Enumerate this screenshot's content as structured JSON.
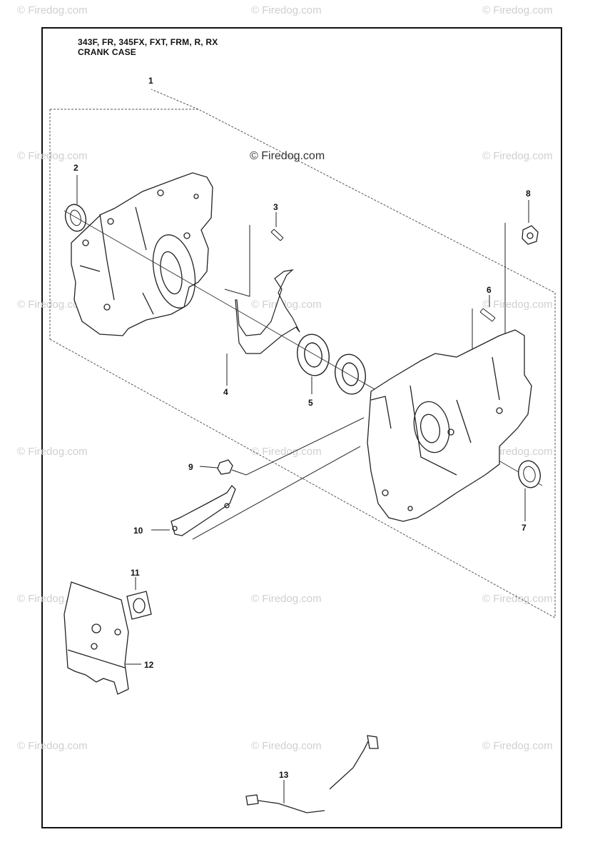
{
  "header": {
    "models": "343F, FR, 345FX, FXT, FRM, R, RX",
    "section": "CRANK CASE"
  },
  "watermark": {
    "text": "© Firedog.com",
    "main_text": "© Firedog.com"
  },
  "callouts": [
    "1",
    "2",
    "3",
    "4",
    "5",
    "6",
    "7",
    "8",
    "9",
    "10",
    "11",
    "12",
    "13"
  ]
}
